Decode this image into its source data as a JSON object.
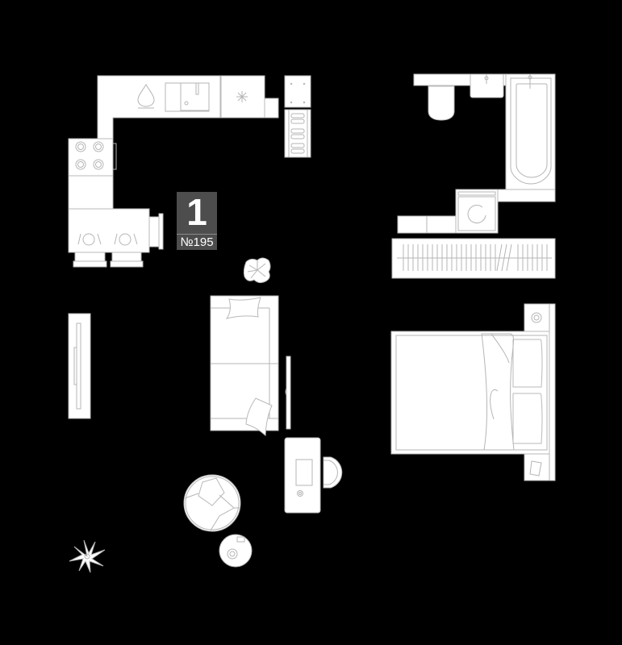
{
  "plan": {
    "background": "#000000",
    "line_color": "#b5b5b5",
    "fill_color": "#ffffff"
  },
  "badge": {
    "room_count": "1",
    "apartment_number": "№195",
    "color": "#4d4d4d"
  },
  "furniture": [
    {
      "name": "kitchen-counter",
      "icon": "counter"
    },
    {
      "name": "water-filter",
      "icon": "drop-icon"
    },
    {
      "name": "kitchen-sink",
      "icon": "sink-icon"
    },
    {
      "name": "fridge-cooktop",
      "icon": "snowflake-icon"
    },
    {
      "name": "stove",
      "icon": "burners-icon"
    },
    {
      "name": "dining-table",
      "icon": "table-icon"
    },
    {
      "name": "shoe-rack",
      "icon": "shoes-icon"
    },
    {
      "name": "toilet",
      "icon": "toilet-icon"
    },
    {
      "name": "bathroom-sink",
      "icon": "sink-icon"
    },
    {
      "name": "bathtub",
      "icon": "bathtub-icon"
    },
    {
      "name": "washing-machine",
      "icon": "washer-icon"
    },
    {
      "name": "wardrobe",
      "icon": "hangers-icon"
    },
    {
      "name": "double-bed",
      "icon": "bed-icon"
    },
    {
      "name": "sofa",
      "icon": "sofa-icon"
    },
    {
      "name": "tv-stand",
      "icon": "tv-icon"
    },
    {
      "name": "desk",
      "icon": "desk-icon"
    },
    {
      "name": "round-chair",
      "icon": "armchair-icon"
    },
    {
      "name": "side-table",
      "icon": "coffee-table-icon"
    },
    {
      "name": "plant",
      "icon": "plant-icon"
    }
  ]
}
